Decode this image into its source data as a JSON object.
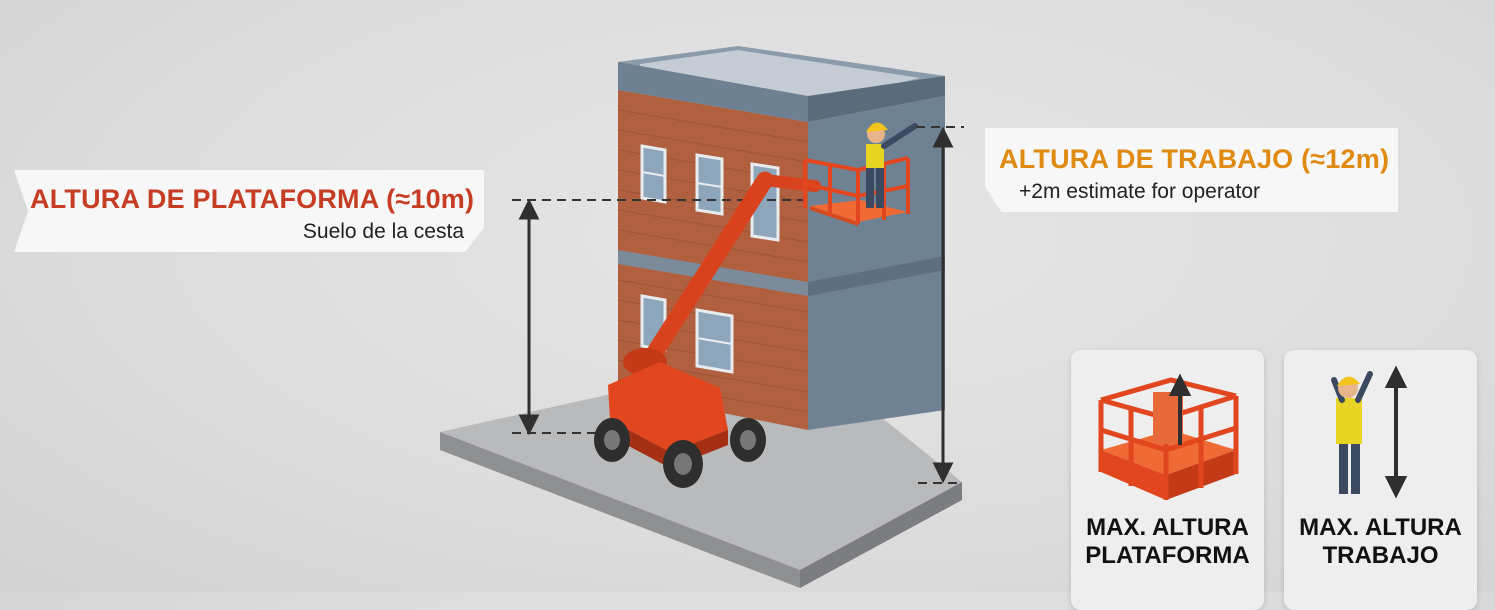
{
  "platform_label": {
    "title": "ALTURA DE PLATAFORMA (≈10m)",
    "subtitle": "Suelo de la cesta"
  },
  "working_label": {
    "title": "ALTURA DE TRABAJO (≈12m)",
    "subtitle": "+2m estimate for operator"
  },
  "cards": [
    {
      "caption": "MAX. ALTURA\nPLATAFORMA",
      "icon": "basket-icon"
    },
    {
      "caption": "MAX. ALTURA\nTRABAJO",
      "icon": "worker-icon"
    }
  ],
  "colors": {
    "platform_accent": "#c63d24",
    "working_accent": "#e08a12",
    "lift_orange": "#e2461f",
    "brick": "#b0603f",
    "building_blue": "#6f8294"
  }
}
